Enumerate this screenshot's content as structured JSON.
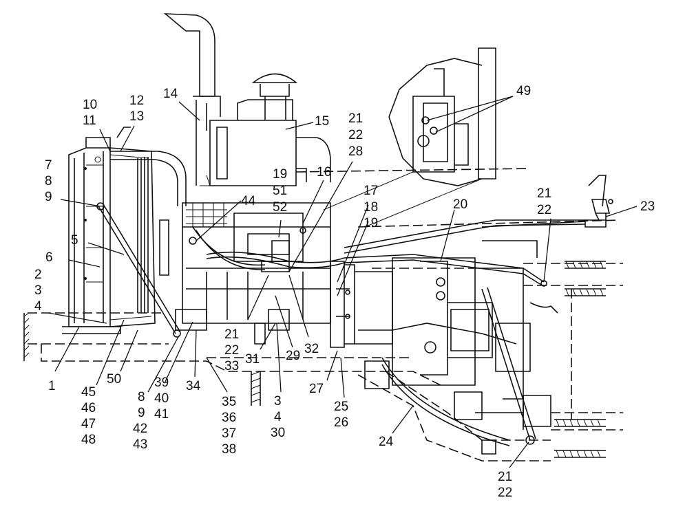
{
  "labels": {
    "l1": "1",
    "l2": "2",
    "l3": "3",
    "l4": "4",
    "l5": "5",
    "l6": "6",
    "l7": "7",
    "l8": "8",
    "l9": "9",
    "l10": "10",
    "l11": "11",
    "l12": "12",
    "l13": "13",
    "l14": "14",
    "l15": "15",
    "l16": "16",
    "l17": "17",
    "l18": "18",
    "l19": "19",
    "l20": "20",
    "l21a": "21",
    "l22a": "22",
    "l28": "28",
    "l19b": "19",
    "l51": "51",
    "l52": "52",
    "l44": "44",
    "l21b": "21",
    "l22b": "22",
    "l23": "23",
    "l21c": "21",
    "l22c": "22",
    "l33": "33",
    "l31": "31",
    "l29": "29",
    "l32": "32",
    "l3b": "3",
    "l4b": "4",
    "l30": "30",
    "l27": "27",
    "l25": "25",
    "l26": "26",
    "l24": "24",
    "l21d": "21",
    "l22d": "22",
    "l45": "45",
    "l46": "46",
    "l47": "47",
    "l48": "48",
    "l50": "50",
    "l8b": "8",
    "l9b": "9",
    "l42": "42",
    "l43": "43",
    "l39": "39",
    "l40": "40",
    "l41": "41",
    "l34": "34",
    "l35": "35",
    "l36": "36",
    "l37": "37",
    "l38": "38",
    "l49": "49"
  }
}
